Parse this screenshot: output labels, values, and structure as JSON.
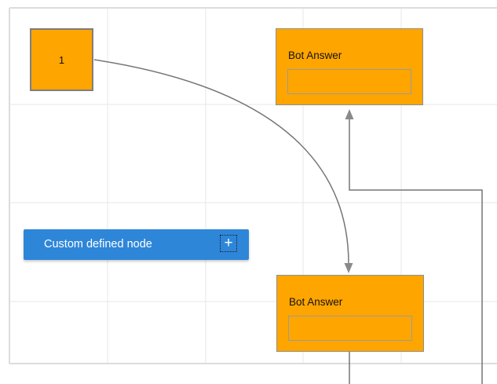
{
  "canvas": {
    "background": "#ffffff",
    "grid_line_color": "#e7e7e7",
    "page_border_color": "#dcdcdc"
  },
  "nodes": [
    {
      "id": "node-1",
      "label": "1",
      "fill": "#FFA500",
      "border_color": "#7d7d7d"
    },
    {
      "id": "bot-answer-top",
      "label": "Bot Answer",
      "fill": "#FFA500",
      "border_color": "#8f8f8f",
      "input_value": ""
    },
    {
      "id": "bot-answer-bottom",
      "label": "Bot Answer",
      "fill": "#FFA500",
      "border_color": "#8f8f8f",
      "input_value": ""
    }
  ],
  "palette_item": {
    "label": "Custom defined node",
    "color": "#2E86D9",
    "text_color": "#ffffff",
    "add_icon_glyph": "+"
  },
  "connectors": {
    "line_color": "#757575",
    "arrow_color": "#8a8a8a",
    "items": [
      {
        "id": "curve-from-node1-to-bottom-bot",
        "type": "curve",
        "arrow": "down"
      },
      {
        "id": "elbow-into-top-bot",
        "type": "orthogonal",
        "arrow": "up"
      },
      {
        "id": "stub-below-bottom-bot",
        "type": "straight",
        "arrow": "none"
      }
    ]
  }
}
